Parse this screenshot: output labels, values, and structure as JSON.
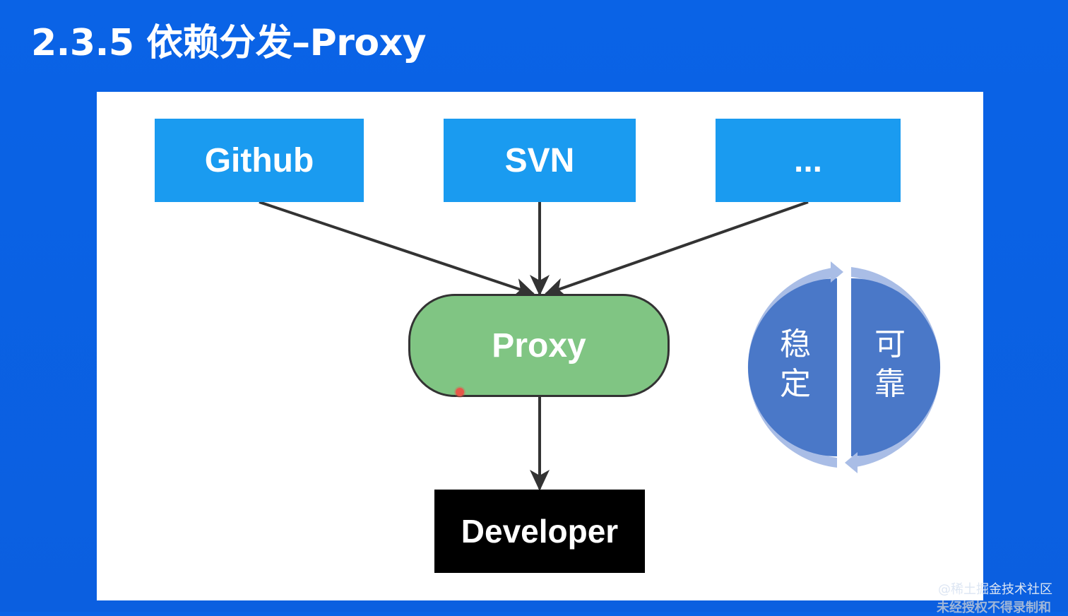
{
  "slide": {
    "title": "2.3.5 依赖分发–Proxy"
  },
  "sources": [
    {
      "label": "Github"
    },
    {
      "label": "SVN"
    },
    {
      "label": "..."
    }
  ],
  "proxy": {
    "label": "Proxy"
  },
  "developer": {
    "label": "Developer"
  },
  "cycle": {
    "left_label": "稳\n定",
    "right_label": "可\n靠"
  },
  "watermark": {
    "line1": "@稀土掘金技术社区",
    "line2": "未经授权不得录制和"
  },
  "colors": {
    "background": "#0b5fe0",
    "source_box": "#1a9bf0",
    "proxy": "#80c583",
    "developer": "#000000",
    "cycle_fill": "#4a78c8",
    "cycle_ring": "#a9bde6"
  }
}
